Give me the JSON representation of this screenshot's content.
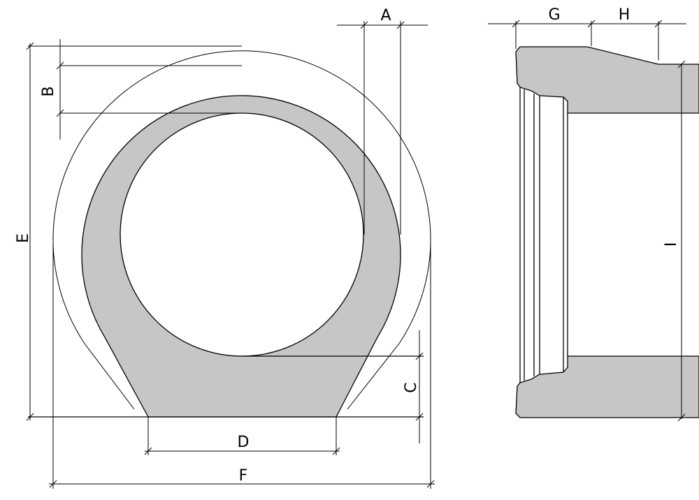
{
  "labels": {
    "A": "A",
    "B": "B",
    "C": "C",
    "D": "D",
    "E": "E",
    "F": "F",
    "G": "G",
    "H": "H",
    "I": "I"
  },
  "colors": {
    "section_fill": "#c6c6c6",
    "line": "#000000",
    "background": "#ffffff"
  }
}
